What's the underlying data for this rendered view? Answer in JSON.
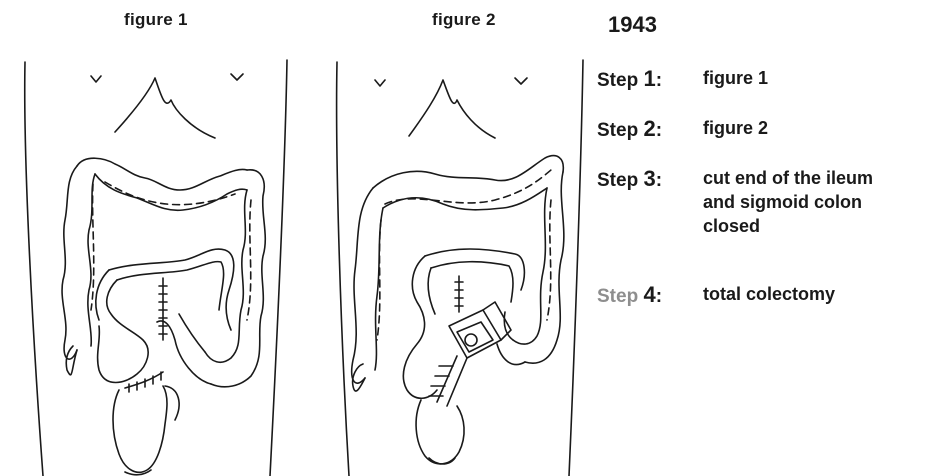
{
  "figures": [
    {
      "title": "figure 1"
    },
    {
      "title": "figure 2"
    }
  ],
  "year": "1943",
  "steps": [
    {
      "word": "Step",
      "number": "1",
      "colon": ":",
      "text": "figure 1"
    },
    {
      "word": "Step",
      "number": "2",
      "colon": ":",
      "text": "figure 2"
    },
    {
      "word": "Step",
      "number": "3",
      "colon": ":",
      "text": "cut end of the ileum\nand sigmoid colon\nclosed"
    },
    {
      "word": "Step",
      "number": "4",
      "colon": ":",
      "text": "total colectomy"
    }
  ],
  "colors": {
    "ink": "#1a1a1a",
    "faded_step_label": "#8e8e8e"
  }
}
